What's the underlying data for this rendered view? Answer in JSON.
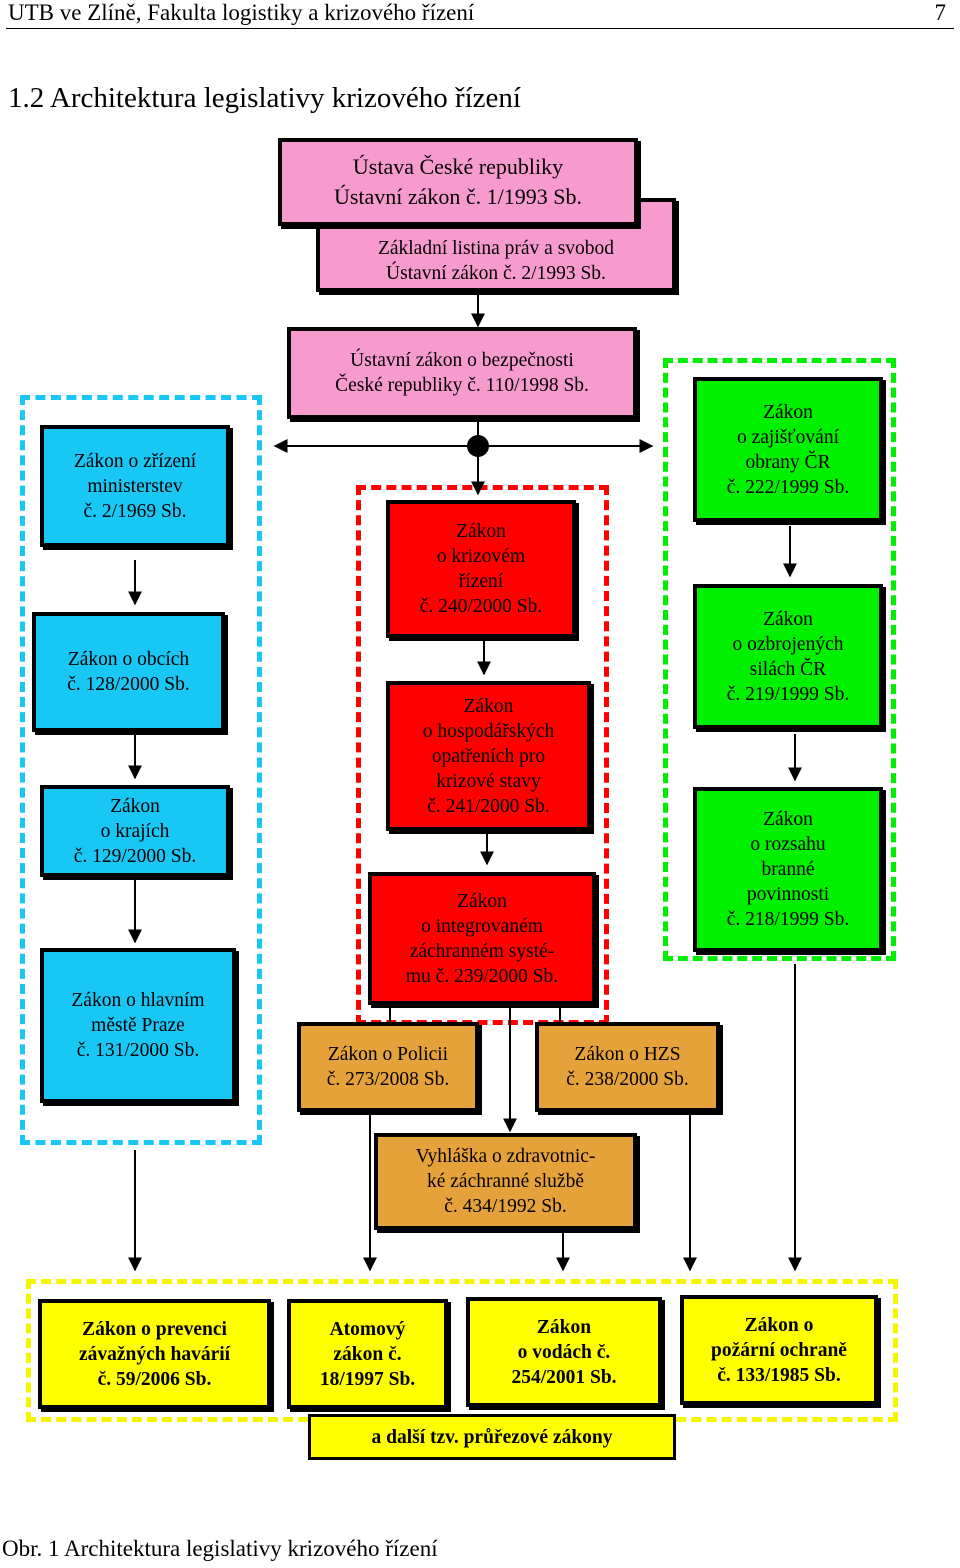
{
  "header": {
    "left": "UTB ve Zlíně, Fakulta logistiky a krizového řízení",
    "page": "7"
  },
  "section_title": "1.2   Architektura legislativy krizového řízení",
  "caption": "Obr. 1 Architektura legislativy krizového řízení",
  "colors": {
    "pink": "#f79bcf",
    "blue": "#19c7f5",
    "red": "#ff0000",
    "green": "#00f000",
    "orange": "#e6a23a",
    "yellow": "#ffff00"
  },
  "boxes": {
    "ustava": "Ústava České republiky\nÚstavní zákon č. 1/1993 Sb.",
    "listina": "Základní listina práv a svobod\nÚstavní zákon č. 2/1993 Sb.",
    "bezpecnost": "Ústavní zákon o bezpečnosti\nČeské republiky č. 110/1998 Sb.",
    "ministerstva": "Zákon o zřízení\nministerstev\nč. 2/1969 Sb.",
    "obce": "Zákon o obcích\nč. 128/2000 Sb.",
    "kraje": "Zákon\no krajích\nč. 129/2000 Sb.",
    "praha": "Zákon o hlavním\nměstě Praze\nč. 131/2000 Sb.",
    "krizove": "Zákon\no krizovém\nřízení\nč. 240/2000 Sb.",
    "hospodarske": "Zákon\no hospodářských\nopatřeních pro\nkrizové stavy\nč. 241/2000 Sb.",
    "izs": "Zákon\no integrovaném\nzáchranném systé-\nmu č. 239/2000 Sb.",
    "policie": "Zákon o Policii\nč. 273/2008 Sb.",
    "hzs": "Zákon o HZS\nč. 238/2000 Sb.",
    "vyhlaska": "Vyhláška  o zdravotnic-\nké záchranné službě\nč. 434/1992 Sb.",
    "obrana": "Zákon\no zajišťování\nobrany  ČR\nč. 222/1999 Sb.",
    "ozbrojene": "Zákon\no ozbrojených\nsilách ČR\nč. 219/1999 Sb.",
    "branna": "Zákon\no rozsahu\nbranné\npovinnosti\nč. 218/1999 Sb.",
    "prevence": "Zákon o prevenci\nzávažných  havárií\nč. 59/2006 Sb.",
    "atomovy": "Atomový\nzákon č.\n18/1997 Sb.",
    "vody": "Zákon\no vodách č.\n254/2001 Sb.",
    "pozarni": "Zákon o\npožární ochraně\nč. 133/1985 Sb.",
    "dalsi": "a další tzv. průřezové zákony"
  }
}
